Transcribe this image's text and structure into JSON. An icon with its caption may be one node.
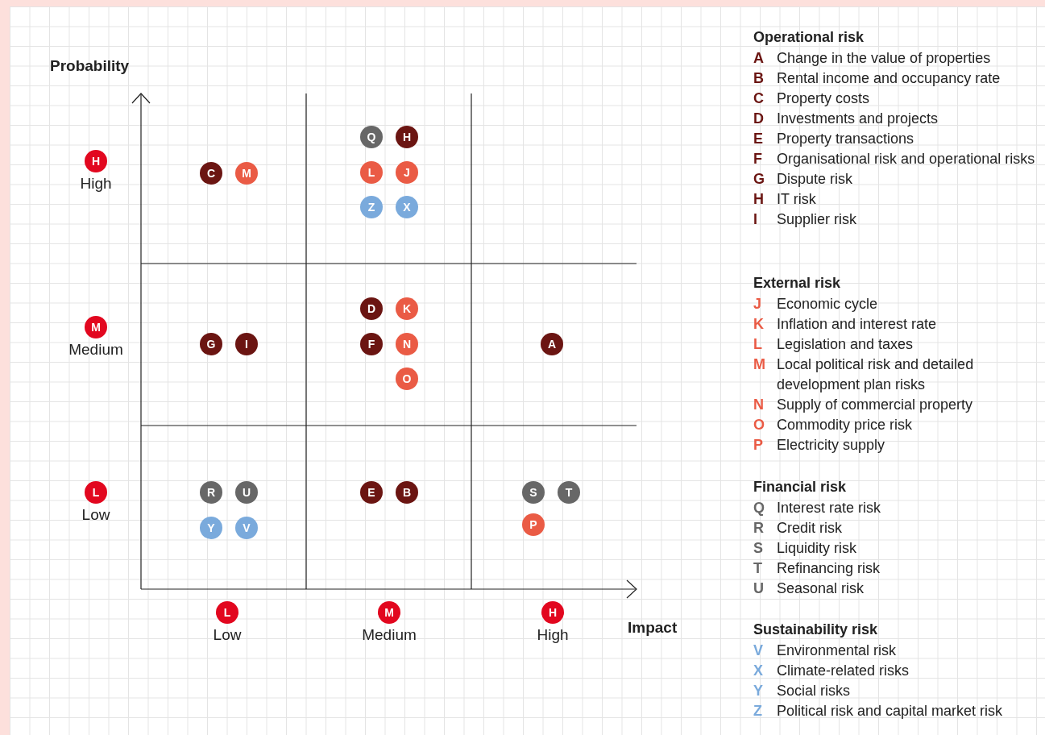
{
  "diagram": {
    "nodes": [
      {
        "text": [
          "H"
        ],
        "beside": [
          "High"
        ]
      },
      {
        "text": [
          "Q"
        ]
      },
      {
        "text": [
          "H"
        ]
      },
      {
        "text": [
          "C"
        ]
      },
      {
        "text": [
          "M"
        ]
      },
      {
        "text": [
          "L"
        ]
      },
      {
        "text": [
          "J"
        ]
      },
      {
        "text": [
          "Z"
        ]
      },
      {
        "text": [
          "X"
        ]
      },
      {
        "text": [
          "D"
        ]
      },
      {
        "text": [
          "K"
        ]
      },
      {
        "text": [
          "M"
        ],
        "beside": [
          "Medium"
        ]
      },
      {
        "text": [
          "G"
        ]
      },
      {
        "text": [
          "I"
        ]
      },
      {
        "text": [
          "F"
        ]
      },
      {
        "text": [
          "N"
        ]
      },
      {
        "text": [
          "A"
        ]
      },
      {
        "text": [
          "O"
        ]
      },
      {
        "text": [
          "L"
        ],
        "beside": [
          "Low"
        ]
      },
      {
        "text": [
          "R"
        ]
      },
      {
        "text": [
          "U"
        ]
      },
      {
        "text": [
          "E"
        ]
      },
      {
        "text": [
          "B"
        ]
      },
      {
        "text": [
          "S"
        ]
      },
      {
        "text": [
          "T"
        ]
      },
      {
        "text": [
          "Y"
        ]
      },
      {
        "text": [
          "V"
        ]
      },
      {
        "text": [
          "P"
        ]
      },
      {
        "text": [
          "L"
        ],
        "beside": [
          "Low"
        ]
      },
      {
        "text": [
          "M"
        ],
        "beside": [
          "Medium"
        ]
      },
      {
        "text": [
          "H"
        ],
        "beside": [
          "High"
        ]
      }
    ],
    "labels": [
      "Probability",
      "Impact",
      "Operational risk",
      "External risk",
      "Financial risk",
      "Sustainability risk"
    ],
    "legend": [
      {
        "text": "A Change in the value of properties",
        "color": "#6b1512"
      },
      {
        "text": "B Rental income and occupancy rate",
        "color": "#6b1512"
      },
      {
        "text": "C Property costs",
        "color": "#6b1512"
      },
      {
        "text": "D Investments and projects",
        "color": "#6b1512"
      },
      {
        "text": "E Property transactions",
        "color": "#6b1512"
      },
      {
        "text": "F Organisational risk and operational risks",
        "color": "#6b1512"
      },
      {
        "text": "G Dispute risk",
        "color": "#6b1512"
      },
      {
        "text": "H IT risk",
        "color": "#6b1512"
      },
      {
        "text": "I Supplier risk",
        "color": "#6b1512"
      },
      {
        "text": "J Economic cycle",
        "color": "#ea5b45"
      },
      {
        "text": "K Inflation and interest rate",
        "color": "#ea5b45"
      },
      {
        "text": "L Legislation and taxes",
        "color": "#ea5b45"
      },
      {
        "text": "M Local political risk and detailed development plan risks",
        "color": "#ea5b45"
      },
      {
        "text": "N Supply of commercial property",
        "color": "#ea5b45"
      },
      {
        "text": "O Commodity price risk",
        "color": "#ea5b45"
      },
      {
        "text": "P Electricity supply",
        "color": "#ea5b45"
      },
      {
        "text": "Q Interest rate risk",
        "color": "#676767"
      },
      {
        "text": "R Credit risk",
        "color": "#676767"
      },
      {
        "text": "S Liquidity risk",
        "color": "#676767"
      },
      {
        "text": "T Refinancing risk",
        "color": "#676767"
      },
      {
        "text": "U Seasonal risk",
        "color": "#676767"
      },
      {
        "text": "V Environmental risk",
        "color": "#7aaadc"
      },
      {
        "text": "X Climate-related risks",
        "color": "#7aaadc"
      },
      {
        "text": "Y Social risks",
        "color": "#7aaadc"
      },
      {
        "text": "Z Political risk and capital market risk",
        "color": "#7aaadc"
      }
    ]
  }
}
